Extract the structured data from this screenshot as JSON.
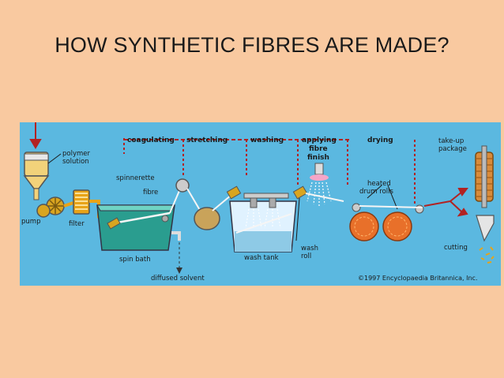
{
  "slide": {
    "title": "HOW SYNTHETIC FIBRES ARE MADE?"
  },
  "diagram": {
    "stages": [
      "coagulating",
      "stretching",
      "washing",
      "applying fibre finish",
      "drying"
    ],
    "stage_labels": {
      "coagulating": "coagulating",
      "stretching": "stretching",
      "washing": "washing",
      "applying_1": "applying",
      "applying_2": "fibre",
      "applying_3": "finish",
      "drying": "drying"
    },
    "labels": {
      "polymer_1": "polymer",
      "polymer_2": "solution",
      "pump": "pump",
      "filter": "filter",
      "spinnerette": "spinnerette",
      "fibre": "fibre",
      "spin_bath": "spin bath",
      "diffused_solvent": "diffused solvent",
      "wash_tank": "wash tank",
      "wash_roll_1": "wash",
      "wash_roll_2": "roll",
      "heated_1": "heated",
      "heated_2": "drum rolls",
      "takeup_1": "take-up",
      "takeup_2": "package",
      "cutting": "cutting",
      "copyright": "©1997 Encyclopaedia Britannica, Inc."
    },
    "colors": {
      "background": "#5bb8e0",
      "dashed_line": "#b22222",
      "fibre": "#e8a317",
      "bath_liquid": "#2aa198",
      "drum": "#e8702a",
      "slide_background": "#f9c9a0"
    }
  }
}
